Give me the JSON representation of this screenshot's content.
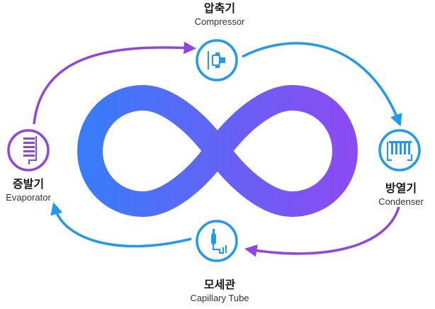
{
  "components": {
    "compressor": {
      "ko": "압축기",
      "en": "Compressor",
      "icon": "compressor-icon"
    },
    "condenser": {
      "ko": "방열기",
      "en": "Condenser",
      "icon": "condenser-icon"
    },
    "capillary": {
      "ko": "모세관",
      "en": "Capillary Tube",
      "icon": "capillary-tube-icon"
    },
    "evaporator": {
      "ko": "증발기",
      "en": "Evaporator",
      "icon": "evaporator-icon"
    }
  },
  "colors": {
    "blue": "#1e9bf0",
    "purple": "#8f45e6",
    "loop_start": "#3a7bfa",
    "loop_end": "#8a4cf2"
  }
}
